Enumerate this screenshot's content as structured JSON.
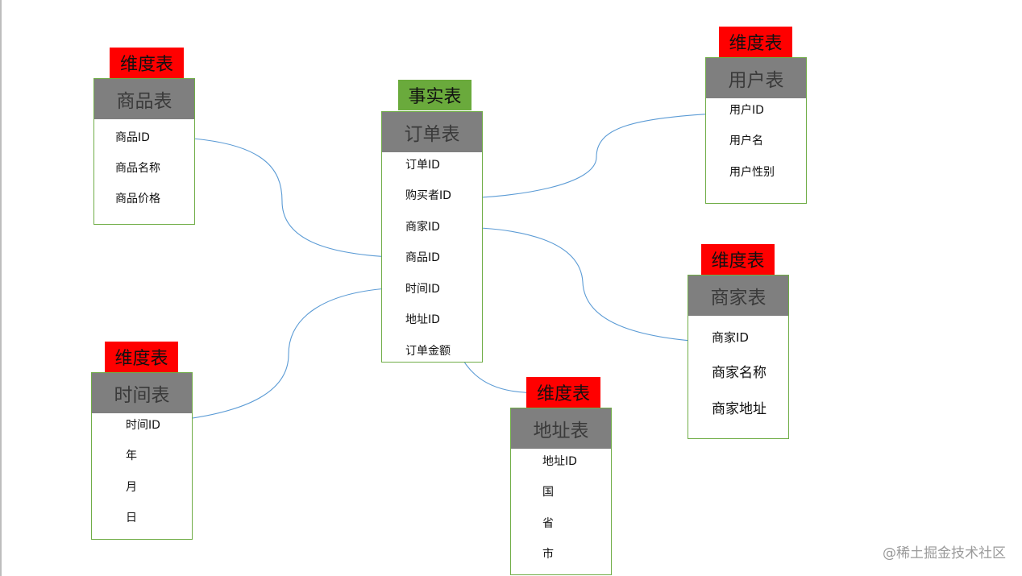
{
  "tables": {
    "product": {
      "tag": "维度表",
      "title": "商品表",
      "fields": [
        "商品ID",
        "商品名称",
        "商品价格"
      ]
    },
    "order": {
      "tag": "事实表",
      "title": "订单表",
      "fields": [
        "订单ID",
        "购买者ID",
        "商家ID",
        "商品ID",
        "时间ID",
        "地址ID",
        "订单金额"
      ]
    },
    "user": {
      "tag": "维度表",
      "title": "用户表",
      "fields": [
        "用户ID",
        "用户名",
        "用户性别"
      ]
    },
    "merchant": {
      "tag": "维度表",
      "title": "商家表",
      "fields": [
        "商家ID",
        "商家名称",
        "商家地址"
      ]
    },
    "time": {
      "tag": "维度表",
      "title": "时间表",
      "fields": [
        "时间ID",
        "年",
        "月",
        "日"
      ]
    },
    "address": {
      "tag": "维度表",
      "title": "地址表",
      "fields": [
        "地址ID",
        "国",
        "省",
        "市"
      ]
    }
  },
  "colors": {
    "dimension_tag": "#ff0000",
    "fact_tag": "#6aaa3c",
    "header": "#7f7f7f",
    "border": "#70ad47",
    "link": "#5b9bd5"
  },
  "watermark": "@稀土掘金技术社区"
}
